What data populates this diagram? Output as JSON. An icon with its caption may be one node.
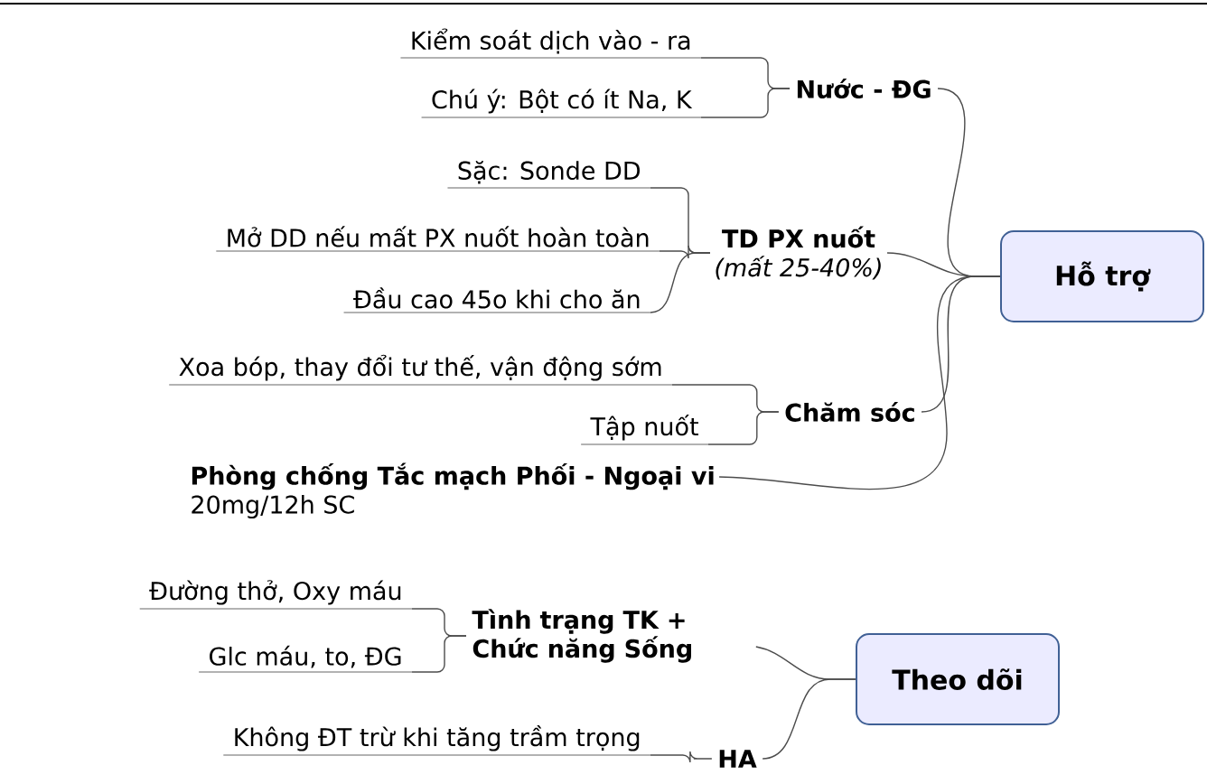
{
  "diagram": {
    "nodes": [
      {
        "text": [
          "Hỗ trợ"
        ]
      },
      {
        "text": [
          "Nước - ĐG"
        ]
      },
      {
        "text": [
          "Kiểm soát dịch vào - ra"
        ]
      },
      {
        "text": [
          "Chú ý: Bột có ít Na, K"
        ]
      },
      {
        "text": [
          "TD PX nuốt",
          "(mất 25-40%)"
        ]
      },
      {
        "text": [
          "Sặc: Sonde DD"
        ]
      },
      {
        "text": [
          "Mở DD nếu mất PX nuốt hoàn toàn"
        ]
      },
      {
        "text": [
          "Đầu cao 45o khi cho ăn"
        ]
      },
      {
        "text": [
          "Chăm sóc"
        ]
      },
      {
        "text": [
          "Xoa bóp, thay đổi tư thế, vận động sớm"
        ]
      },
      {
        "text": [
          "Tập nuốt"
        ]
      },
      {
        "text": [
          "Phòng chống Tắc mạch Phối - Ngoại vi",
          "20mg/12h SC"
        ]
      },
      {
        "text": [
          "Theo dõi"
        ]
      },
      {
        "text": [
          "Tình trạng TK + Chức năng Sống"
        ]
      },
      {
        "text": [
          "Đường thở, Oxy máu"
        ]
      },
      {
        "text": [
          "Glc máu, to, ĐG"
        ]
      },
      {
        "text": [
          "HA"
        ]
      },
      {
        "text": [
          "Không ĐT trừ khi tăng trầm trọng"
        ]
      }
    ],
    "edges": [
      {
        "from": 0,
        "to": 1,
        "arrow": "none"
      },
      {
        "from": 0,
        "to": 4,
        "arrow": "none"
      },
      {
        "from": 0,
        "to": 8,
        "arrow": "none"
      },
      {
        "from": 0,
        "to": 11,
        "arrow": "none"
      },
      {
        "from": 1,
        "to": 2,
        "arrow": "none"
      },
      {
        "from": 1,
        "to": 3,
        "arrow": "none"
      },
      {
        "from": 4,
        "to": 5,
        "arrow": "none"
      },
      {
        "from": 4,
        "to": 6,
        "arrow": "none"
      },
      {
        "from": 4,
        "to": 7,
        "arrow": "none"
      },
      {
        "from": 8,
        "to": 9,
        "arrow": "none"
      },
      {
        "from": 8,
        "to": 10,
        "arrow": "none"
      },
      {
        "from": 12,
        "to": 13,
        "arrow": "none"
      },
      {
        "from": 12,
        "to": 16,
        "arrow": "none"
      },
      {
        "from": 13,
        "to": 14,
        "arrow": "none"
      },
      {
        "from": 13,
        "to": 15,
        "arrow": "none"
      },
      {
        "from": 16,
        "to": 17,
        "arrow": "none"
      }
    ]
  }
}
